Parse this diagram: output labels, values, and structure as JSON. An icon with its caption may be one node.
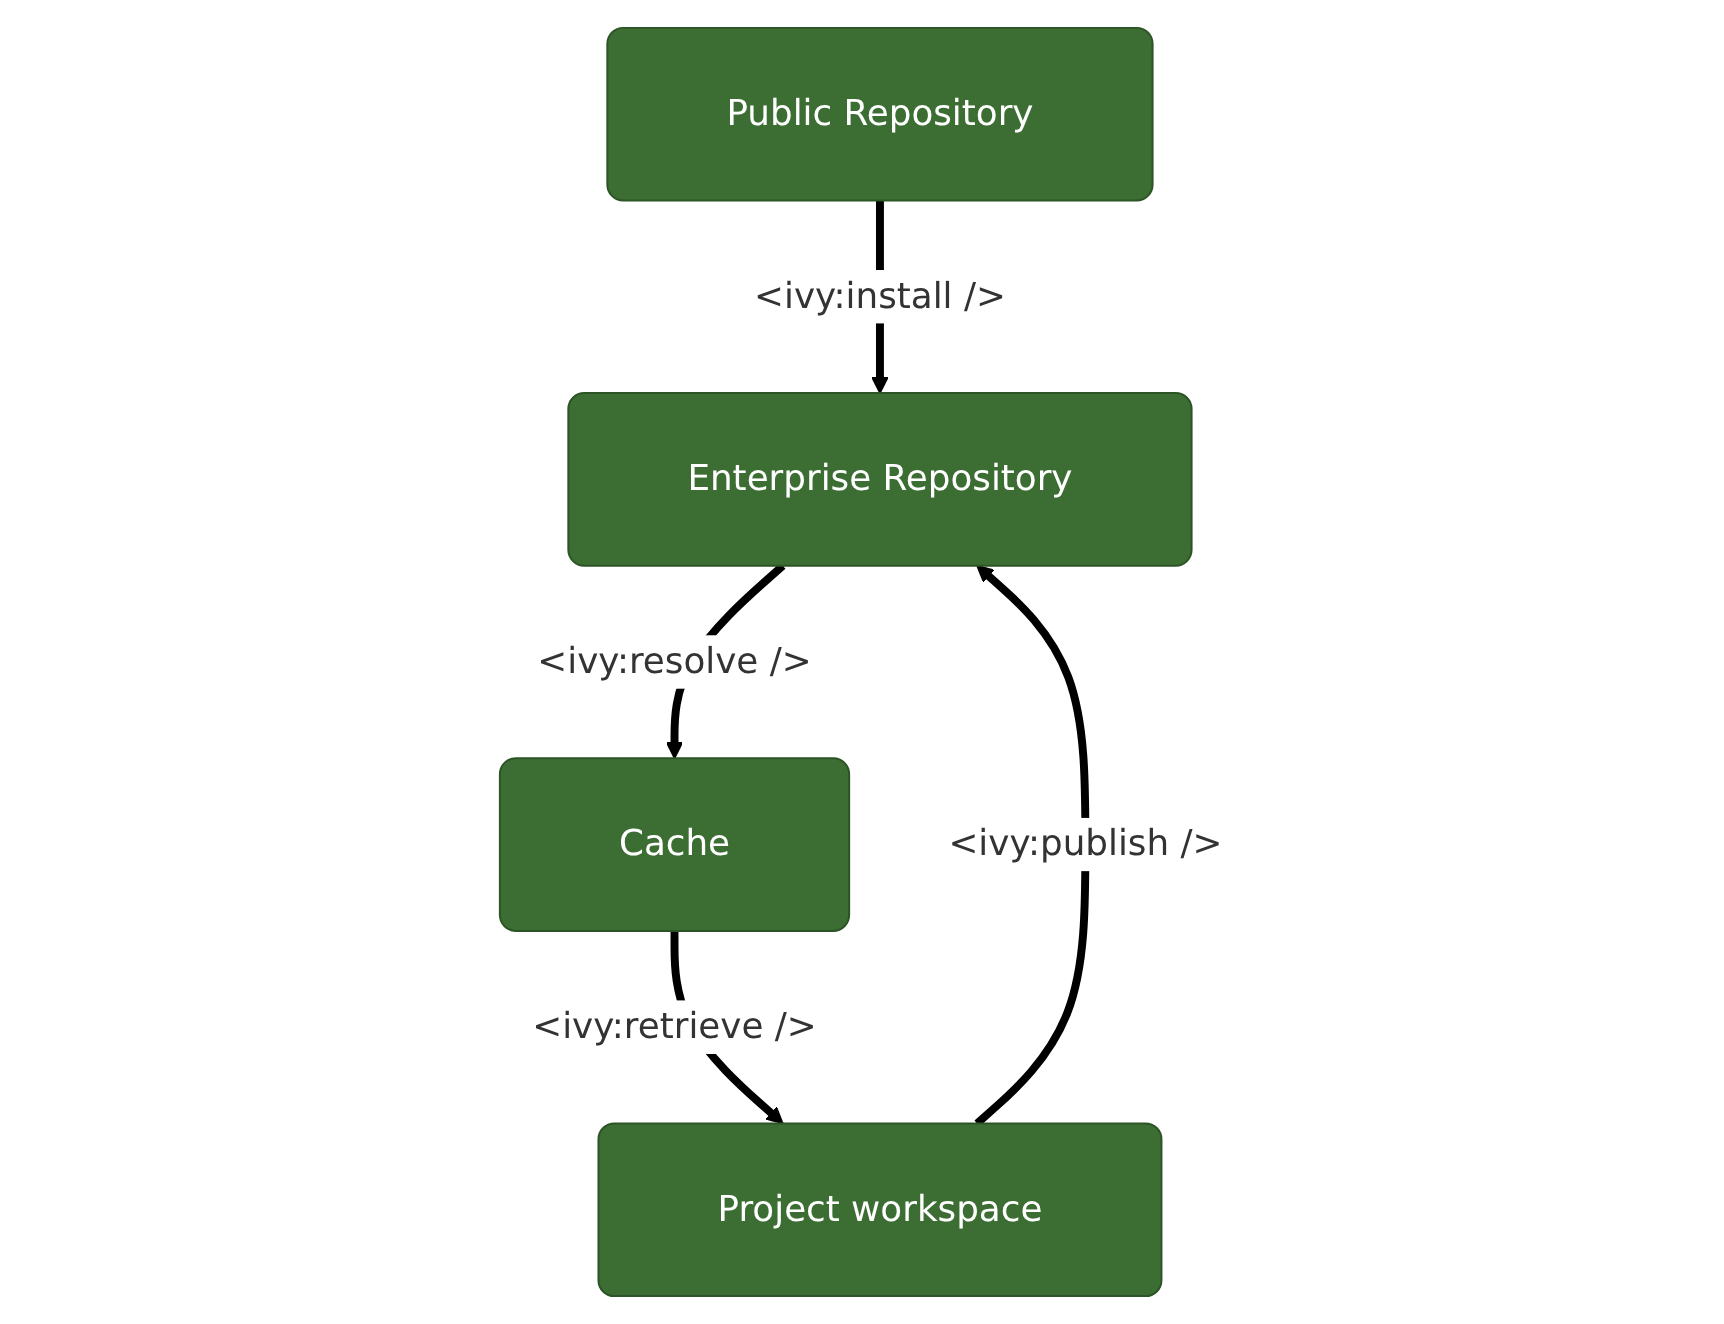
{
  "diagram": {
    "nodes": [
      {
        "text": [
          "Public Repository"
        ]
      },
      {
        "text": [
          "Enterprise Repository"
        ]
      },
      {
        "text": [
          "Cache"
        ]
      },
      {
        "text": [
          "Project workspace"
        ]
      }
    ],
    "edges": [
      {
        "from": 0,
        "to": 1,
        "arrow": "to",
        "label": "<ivy:install />"
      },
      {
        "from": 1,
        "to": 2,
        "arrow": "to",
        "label": "<ivy:resolve />"
      },
      {
        "from": 2,
        "to": 3,
        "arrow": "to",
        "label": "<ivy:retrieve />"
      },
      {
        "from": 3,
        "to": 1,
        "arrow": "to",
        "label": "<ivy:publish />"
      }
    ]
  }
}
